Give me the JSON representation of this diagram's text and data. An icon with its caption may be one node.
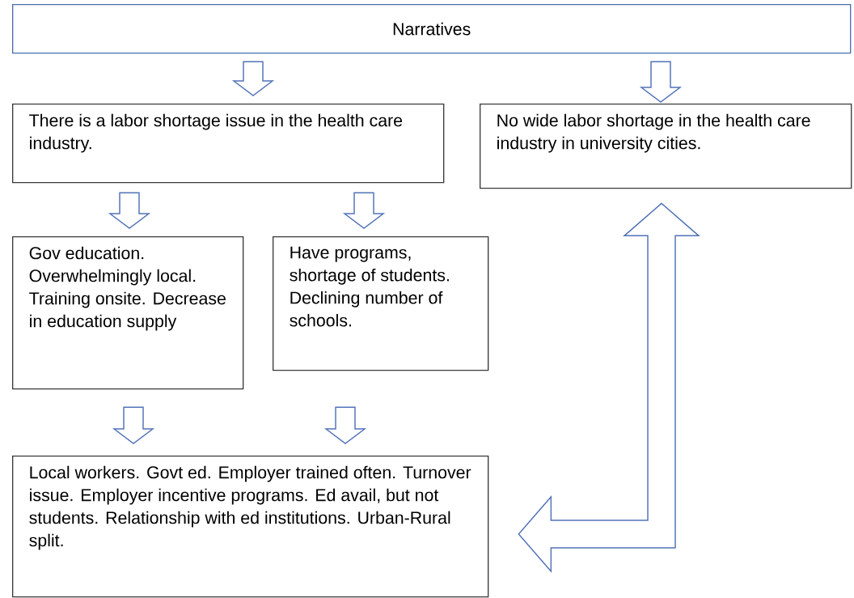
{
  "diagram": {
    "nodes": [
      {
        "text": [
          "Narratives"
        ]
      },
      {
        "text": [
          "There is a labor shortage issue in the health care industry."
        ]
      },
      {
        "text": [
          "No wide labor shortage in the health care industry in university cities."
        ]
      },
      {
        "text": [
          "Gov education. Overwhelmingly local. Training onsite. Decrease in education supply"
        ]
      },
      {
        "text": [
          "Have programs, shortage of students. Declining number of schools."
        ]
      },
      {
        "text": [
          "Local workers. Govt ed. Employer trained often. Turnover issue. Employer incentive programs. Ed avail, but not students. Relationship with ed institutions. Urban-Rural split."
        ]
      }
    ],
    "edges": [
      {
        "from": 0,
        "to": 1,
        "arrow": "to"
      },
      {
        "from": 0,
        "to": 2,
        "arrow": "to"
      },
      {
        "from": 1,
        "to": 3,
        "arrow": "to"
      },
      {
        "from": 1,
        "to": 4,
        "arrow": "to"
      },
      {
        "from": 3,
        "to": 5,
        "arrow": "to"
      },
      {
        "from": 4,
        "to": 5,
        "arrow": "to"
      },
      {
        "from": 2,
        "to": 5,
        "arrow": "both"
      }
    ]
  }
}
